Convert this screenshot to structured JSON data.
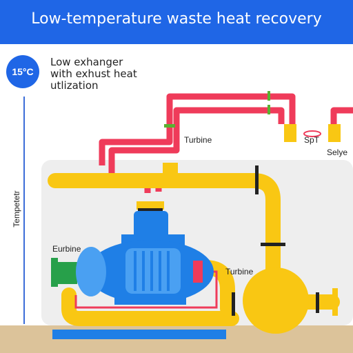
{
  "header": {
    "title": "Low-temperature waste heat recovery"
  },
  "badge": {
    "temperature": "15°C"
  },
  "description": "Low exhanger\nwith exhust heat\nutlization",
  "axis": {
    "label": "Tempetetr"
  },
  "labels": {
    "turbine_top": "Turbine",
    "turbine_right": "Turbine",
    "turbine_left": "Eurbine",
    "spt": "SpT",
    "selye": "Selye"
  },
  "colors": {
    "header": "#1f66e6",
    "hot_pipe": "#ef3b5a",
    "cold_pipe": "#f9c713",
    "pump_body": "#1f7fe6",
    "valve": "#27a04a",
    "ground": "#dcc39a"
  }
}
